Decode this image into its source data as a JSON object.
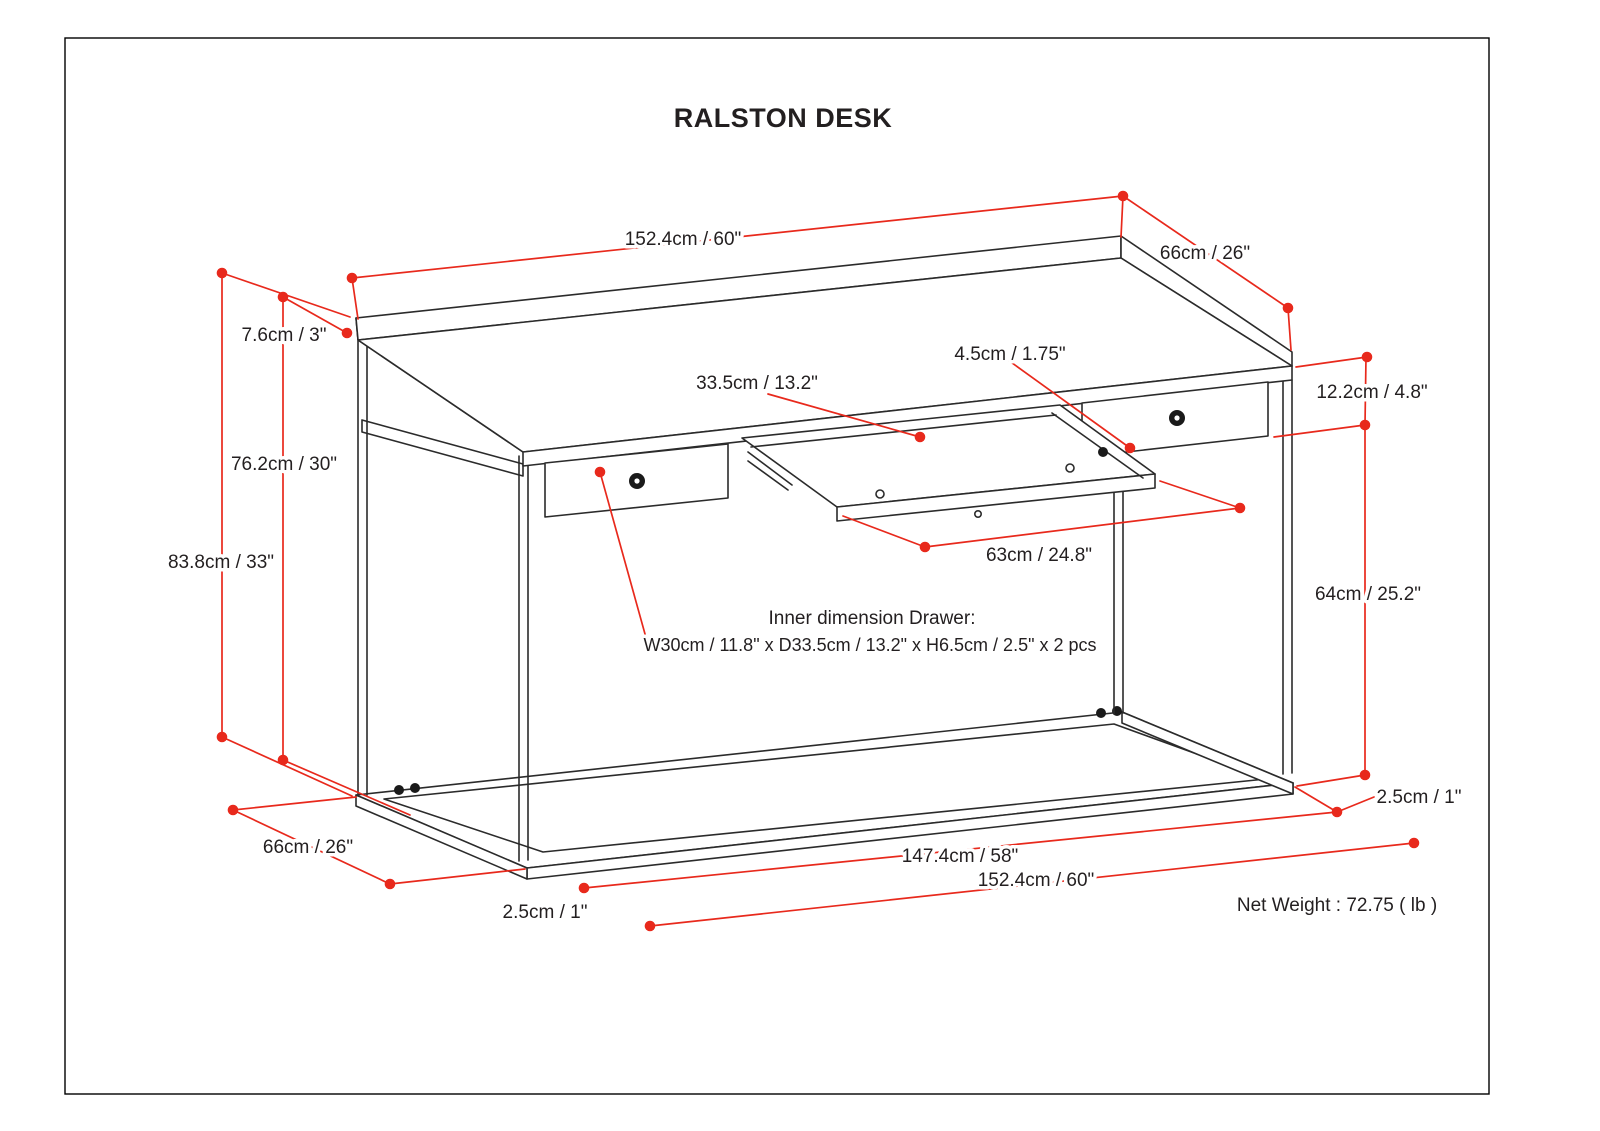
{
  "title": "RALSTON DESK",
  "product": {
    "net_weight": "Net Weight : 72.75 ( lb )"
  },
  "drawer_note": {
    "heading": "Inner dimension Drawer:",
    "detail": "W30cm / 11.8\" x D33.5cm / 13.2\" x H6.5cm / 2.5\" x 2 pcs"
  },
  "dimensions": {
    "top_width": "152.4cm / 60\"",
    "top_depth": "66cm / 26\"",
    "rail_height": "7.6cm / 3\"",
    "desktop_height": "76.2cm / 30\"",
    "total_height": "83.8cm / 33\"",
    "tray_depth": "33.5cm / 13.2\"",
    "tray_clearance": "4.5cm / 1.75\"",
    "apron_height": "12.2cm / 4.8\"",
    "tray_width": "63cm / 24.8\"",
    "leg_clearance": "64cm / 25.2\"",
    "frame_tube_right": "2.5cm / 1\"",
    "base_depth": "66cm / 26\"",
    "frame_tube_front": "2.5cm / 1\"",
    "base_inner_width": "147.4cm / 58\"",
    "base_width": "152.4cm / 60\""
  },
  "colors": {
    "dimension_red": "#e8291c",
    "line_art": "#231f20"
  }
}
